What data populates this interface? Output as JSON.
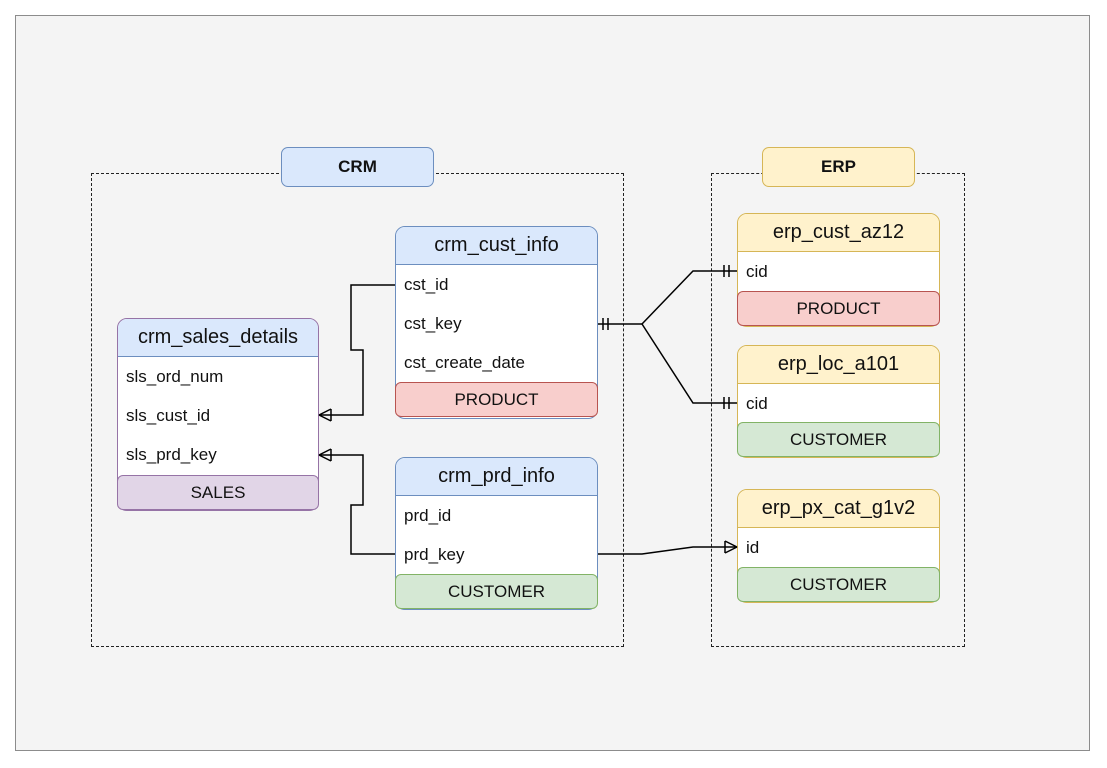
{
  "groups": {
    "crm": "CRM",
    "erp": "ERP"
  },
  "entities": {
    "sales": {
      "title": "crm_sales_details",
      "fields": [
        "sls_ord_num",
        "sls_cust_id",
        "sls_prd_key"
      ],
      "tag": "SALES"
    },
    "cust": {
      "title": "crm_cust_info",
      "fields": [
        "cst_id",
        "cst_key",
        "cst_create_date"
      ],
      "tag": "PRODUCT"
    },
    "prd": {
      "title": "crm_prd_info",
      "fields": [
        "prd_id",
        "prd_key"
      ],
      "tag": "CUSTOMER"
    },
    "erp_cust": {
      "title": "erp_cust_az12",
      "fields": [
        "cid"
      ],
      "tag": "PRODUCT"
    },
    "erp_loc": {
      "title": "erp_loc_a101",
      "fields": [
        "cid"
      ],
      "tag": "CUSTOMER"
    },
    "erp_px": {
      "title": "erp_px_cat_g1v2",
      "fields": [
        "id"
      ],
      "tag": "CUSTOMER"
    }
  },
  "colors": {
    "blue_fill": "#dae8fc",
    "blue_stroke": "#6c8ebf",
    "yellow_fill": "#fff2cc",
    "yellow_stroke": "#d6b656",
    "red_fill": "#f8cecc",
    "red_stroke": "#b85450",
    "green_fill": "#d5e8d4",
    "green_stroke": "#82b366",
    "purple_fill": "#e1d5e7",
    "purple_stroke": "#9673a6"
  }
}
